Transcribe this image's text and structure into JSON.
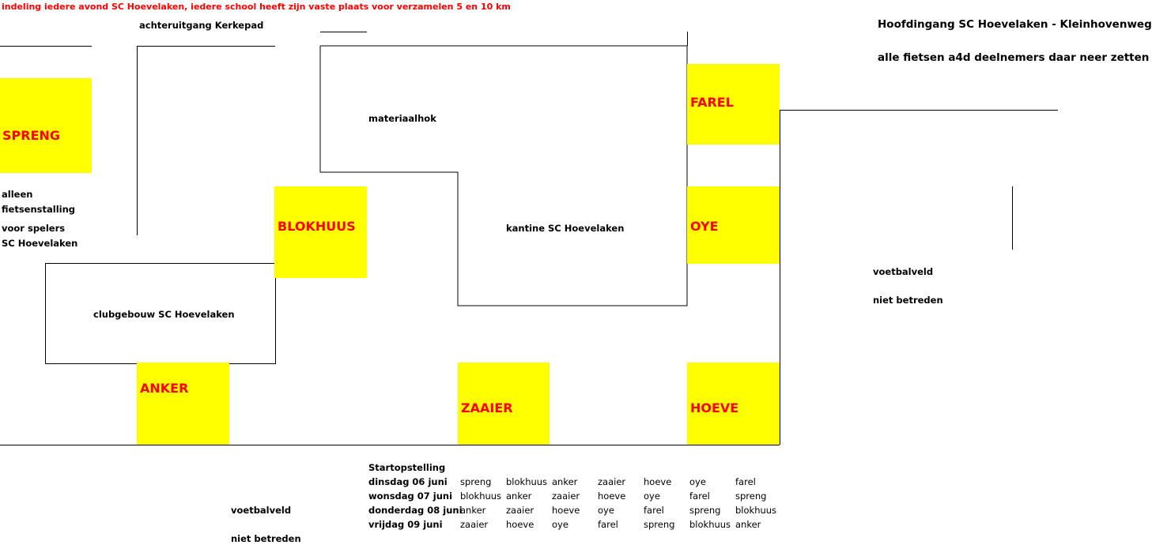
{
  "header": {
    "note": "indeling iedere avond SC Hoevelaken, iedere school heeft zijn vaste plaats voor verzamelen 5 en 10 km",
    "back_exit": "achteruitgang Kerkepad",
    "main_entrance": "Hoofdingang SC Hoevelaken - Kleinhovenweg",
    "bikes_note": "alle fietsen a4d deelnemers daar neer  zetten"
  },
  "buildings": {
    "storage": "materiaalhok",
    "canteen": "kantine SC Hoevelaken",
    "clubhouse": "clubgebouw SC Hoevelaken"
  },
  "bike_shed_note": {
    "line1": "alleen",
    "line2": "fietsenstalling",
    "line3": "voor spelers",
    "line4": "SC Hoevelaken"
  },
  "field_right": {
    "line1": "voetbalveld",
    "line2": "niet betreden"
  },
  "field_bottom": {
    "line1": "voetbalveld",
    "line2": "niet betreden"
  },
  "zones": {
    "spreng": "SPRENG",
    "blokhuus": "BLOKHUUS",
    "farel": "FAREL",
    "oye": "OYE",
    "anker": "ANKER",
    "zaaier": "ZAAIER",
    "hoeve": "HOEVE"
  },
  "colors": {
    "zone_fill": "#ffff00",
    "zone_text": "#ff0000",
    "header_note": "#ff0000"
  },
  "schedule": {
    "title": "Startopstelling",
    "rows": [
      {
        "day": "dinsdag 06 juni",
        "cells": [
          "spreng",
          "blokhuus",
          "anker",
          "zaaier",
          "hoeve",
          "oye",
          "farel"
        ]
      },
      {
        "day": "wonsdag 07 juni",
        "cells": [
          "blokhuus",
          "anker",
          "zaaier",
          "hoeve",
          "oye",
          "farel",
          "spreng"
        ]
      },
      {
        "day": "donderdag 08 juni",
        "cells": [
          "anker",
          "zaaier",
          "hoeve",
          "oye",
          "farel",
          "spreng",
          "blokhuus"
        ]
      },
      {
        "day": "vrijdag 09 juni",
        "cells": [
          "zaaier",
          "hoeve",
          "oye",
          "farel",
          "spreng",
          "blokhuus",
          "anker"
        ]
      }
    ]
  }
}
